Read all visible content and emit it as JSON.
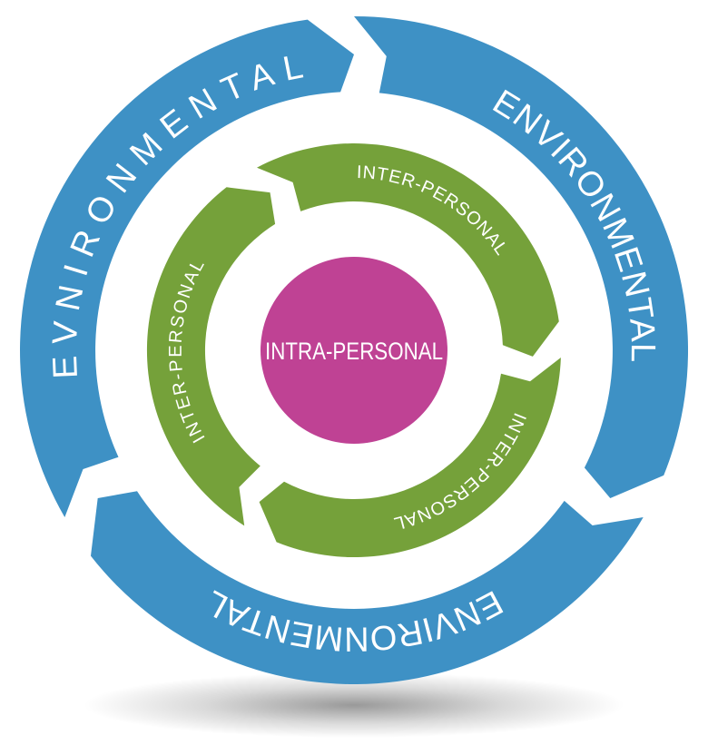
{
  "diagram": {
    "center": {
      "label": "INTRA-PERSONAL"
    },
    "inner_ring": {
      "labels": [
        "INTER-PERSONAL",
        "INTER-PERSONAL",
        "INTER-PERSONAL"
      ]
    },
    "outer_ring": {
      "labels": [
        "ENVIRONMENTAL",
        "ENVIRONMENTAL",
        "EVNIRONMENTAL"
      ]
    }
  },
  "colors": {
    "outer_ring": "#3e91c5",
    "inner_ring": "#75a13a",
    "center": "#bf4294",
    "text": "#ffffff",
    "background": "#ffffff"
  }
}
